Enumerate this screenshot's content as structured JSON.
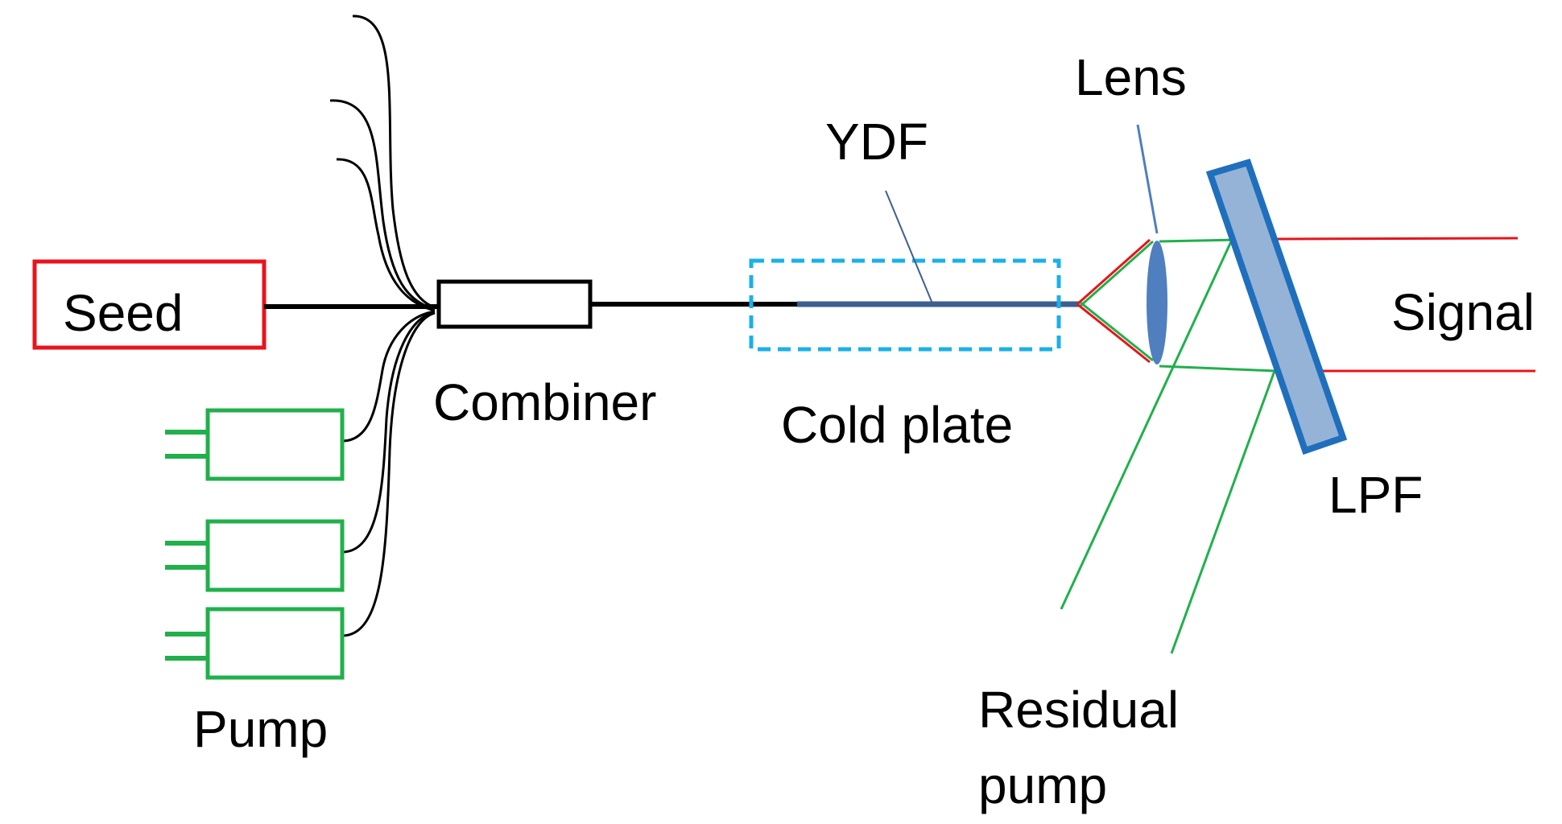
{
  "labels": {
    "seed": "Seed",
    "combiner": "Combiner",
    "cold_plate": "Cold plate",
    "ydf": "YDF",
    "lens": "Lens",
    "lpf": "LPF",
    "signal": "Signal",
    "residual_pump_line1": "Residual",
    "residual_pump_line2": "pump",
    "pump": "Pump"
  },
  "colors": {
    "fiber": "#000000",
    "seed_border": "#e8141c",
    "pump_border": "#21b04b",
    "cold_plate_border": "#1ab0ea",
    "ydf_fiber": "#3d5f8f",
    "lens_fill": "#4f7fbf",
    "lpf_fill": "#95b3d7",
    "lpf_border": "#1f6fbd",
    "signal_beam": "#e8141c",
    "pump_beam": "#21b04b"
  }
}
